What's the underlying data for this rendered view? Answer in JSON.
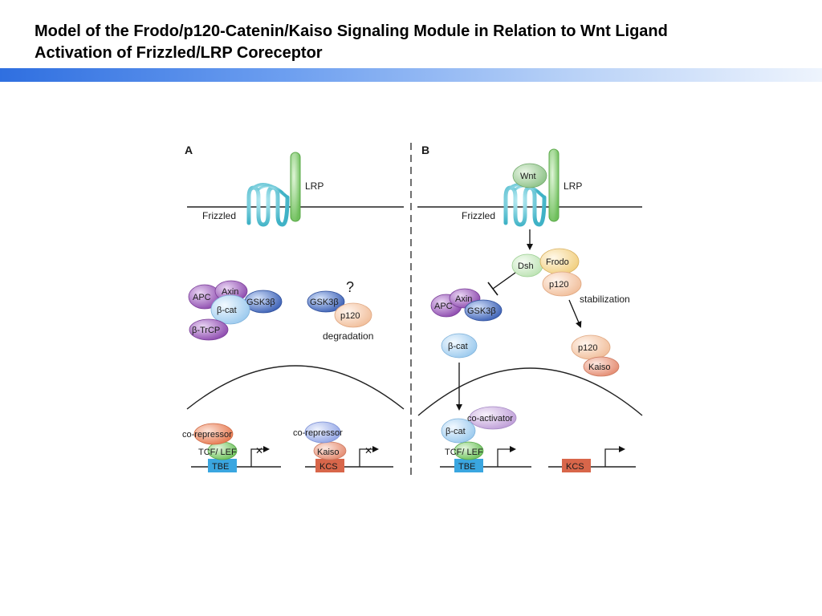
{
  "slide": {
    "title_line1": "Model of the Frodo/p120-Catenin/Kaiso Signaling Module in Relation to Wnt Ligand",
    "title_line2": "Activation of Frizzled/LRP Coreceptor"
  },
  "panel_a": {
    "label": "A",
    "lrp": "LRP",
    "frizzled": "Frizzled",
    "complex": {
      "apc": "APC",
      "axin": "Axin",
      "bcat": "β-cat",
      "gsk": "GSK3β",
      "trcp": "β-TrCP"
    },
    "gsk": "GSK3β",
    "question": "?",
    "p120": "p120",
    "degradation": "degradation",
    "tcf": {
      "corepressor": "co-repressor",
      "tcf_lef": "TCF/ LEF",
      "tbe": "TBE",
      "blocked": "✕"
    },
    "kaiso": {
      "corepressor": "co-repressor",
      "kaiso": "Kaiso",
      "kcs": "KCS",
      "blocked": "✕"
    }
  },
  "panel_b": {
    "label": "B",
    "wnt": "Wnt",
    "lrp": "LRP",
    "frizzled": "Frizzled",
    "dsh": "Dsh",
    "frodo": "Frodo",
    "p120": "p120",
    "stabilization": "stabilization",
    "complex": {
      "apc": "APC",
      "axin": "Axin",
      "gsk": "GSK3β"
    },
    "bcat": "β-cat",
    "p120_kaiso": {
      "p120": "p120",
      "kaiso": "Kaiso"
    },
    "tcf": {
      "coactivator": "co-activator",
      "bcat": "β-cat",
      "tcf_lef": "TCF/ LEF",
      "tbe": "TBE"
    },
    "kcs": "KCS"
  },
  "colors": {
    "frizzled": "#4cbccd",
    "lrp": "#7cc46a",
    "wnt": "#a7cfa2",
    "apc": "#9a5cb8",
    "axin": "#a070c0",
    "gsk": "#4a6fc0",
    "bcat": "#a9d4f2",
    "trcp": "#b070c4",
    "p120": "#f4c8a8",
    "dsh": "#c8e8c0",
    "frodo": "#f4d48a",
    "kaiso": "#e89880",
    "tcf": "#7ccb6a",
    "tbe": "#3aa6e0",
    "kcs": "#d8664a",
    "corepressor_a": "#e8845e",
    "corepressor_b": "#9aace8",
    "coactivator": "#c4a4dc"
  }
}
